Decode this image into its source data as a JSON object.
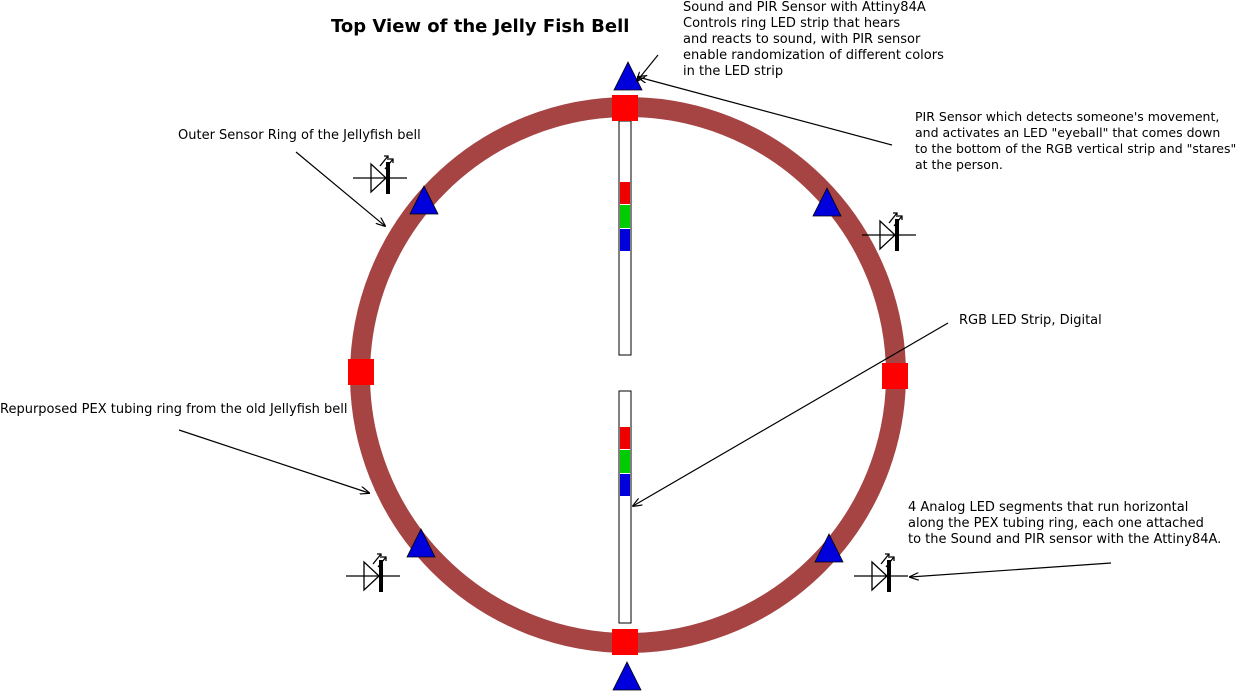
{
  "title": "Top View of the Jelly Fish Bell",
  "annotations": {
    "sound_sensor": [
      "Sound and PIR Sensor with Attiny84A",
      "Controls ring LED strip that hears",
      "and reacts to sound, with PIR sensor",
      "enable randomization of different colors",
      "in the LED strip"
    ],
    "pir_sensor": [
      "PIR Sensor which detects someone's movement,",
      "and activates an LED \"eyeball\" that comes down",
      "to the bottom of the RGB vertical strip and \"stares\"",
      "at the person."
    ],
    "outer_ring": "Outer Sensor Ring of the Jellyfish bell",
    "rgb_strip": "RGB LED Strip, Digital",
    "pex_ring": "Repurposed PEX tubing ring from the old Jellyfish bell",
    "analog_segments": [
      "4 Analog LED segments that run horizontal",
      "along the PEX tubing ring, each one attached",
      "to the Sound and PIR sensor with the Attiny84A."
    ]
  },
  "colors": {
    "ring": "#a64444",
    "connector": "#ff0000",
    "pir_triangle": "#0000dd",
    "led_red": "#ee0000",
    "led_green": "#00cc00",
    "led_blue": "#0000dd"
  }
}
